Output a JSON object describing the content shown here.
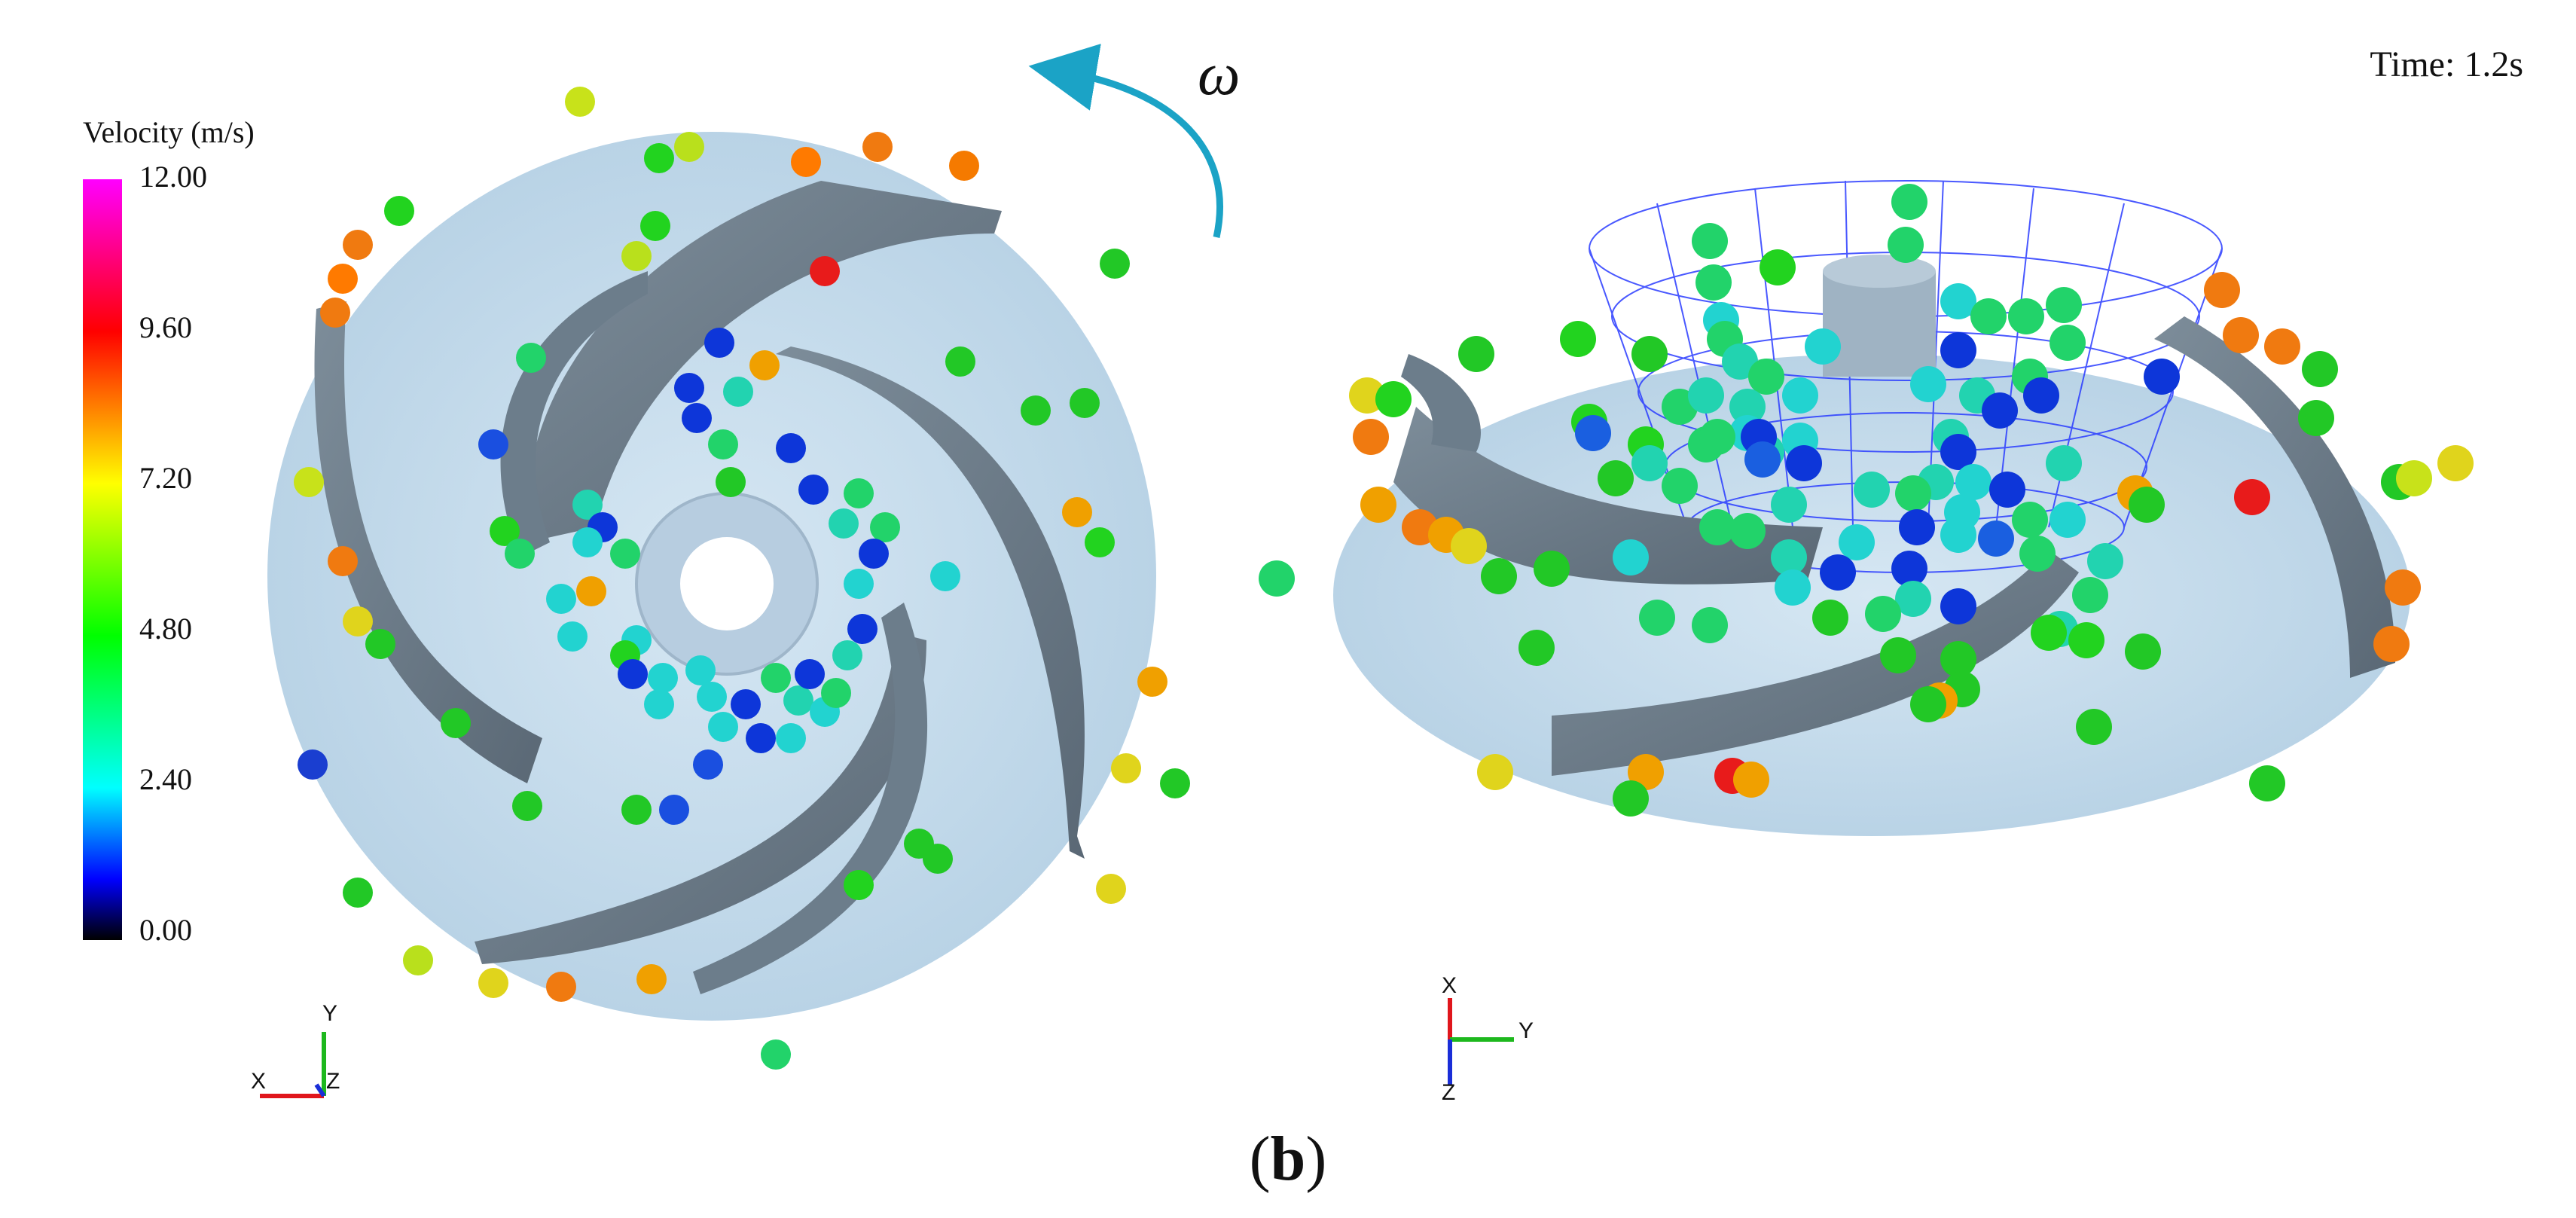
{
  "time_label": "Time: 1.2s",
  "legend": {
    "title": "Velocity (m/s)",
    "ticks": [
      "12.00",
      "9.60",
      "7.20",
      "4.80",
      "2.40",
      "0.00"
    ],
    "color_stops": [
      "#ff00ff",
      "#ff0000",
      "#ffff00",
      "#00ff00",
      "#00ffff",
      "#0000ff",
      "#000000"
    ]
  },
  "rotation_symbol": "ω",
  "panel_label": {
    "open": "(",
    "letter": "b",
    "close": ")"
  },
  "axes_left": {
    "x": "X",
    "y": "Y",
    "z": "Z"
  },
  "axes_right": {
    "x": "X",
    "y": "Y",
    "z": "Z"
  },
  "colors": {
    "impeller_disc": "#c6dbea",
    "blade": "#6f8190",
    "blade_dark": "#55636f",
    "mesh_lines": "#2a3cff",
    "rotation_arrow": "#1ba3c6"
  }
}
